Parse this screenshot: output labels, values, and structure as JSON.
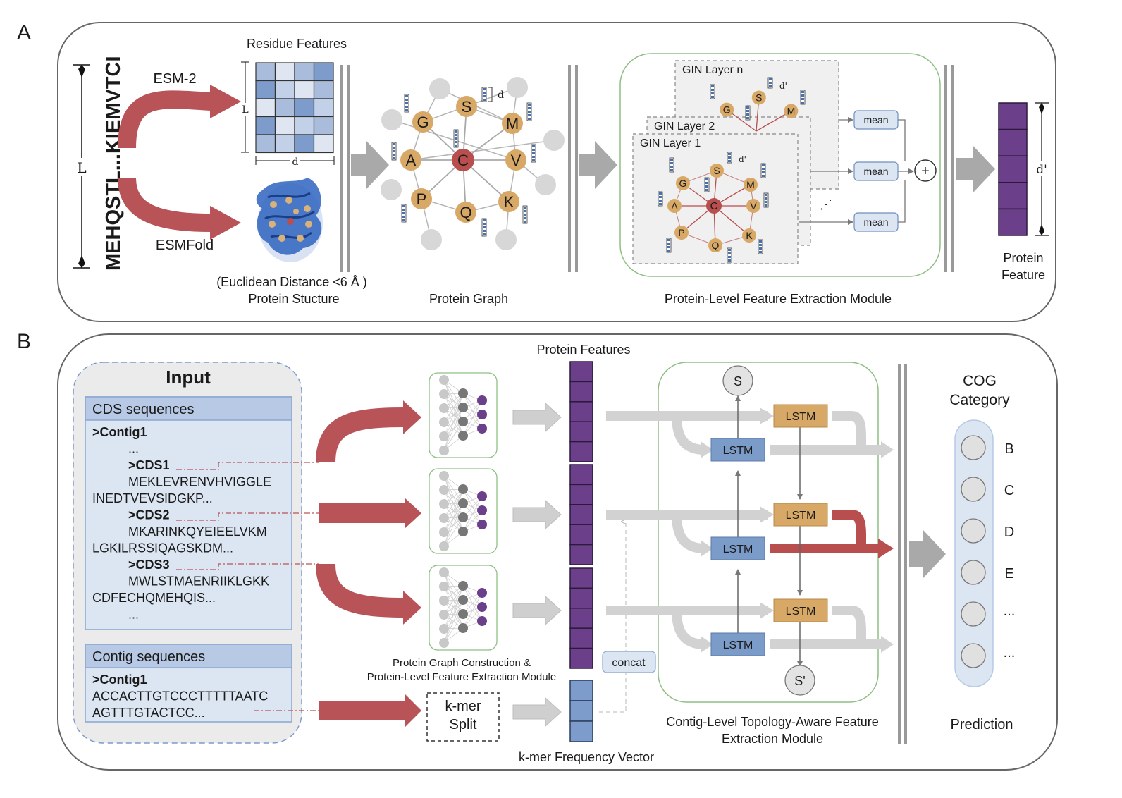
{
  "panel_a": {
    "label": "A",
    "sequence": "MEHQSTL...KIEMVTCI",
    "length_symbol": "L",
    "esm2": "ESM-2",
    "esmfold": "ESMFold",
    "residue_features": "Residue Features",
    "matrix_row_symbol": "L",
    "matrix_col_symbol": "d",
    "distance_note": "(Euclidean Distance <6 Å )",
    "protein_structure": "Protein Stucture",
    "protein_graph": "Protein Graph",
    "node_dim": "d",
    "gin_dim": "d'",
    "gin_layers": [
      "GIN Layer n",
      "GIN Layer 2",
      "GIN Layer 1"
    ],
    "pool": [
      "mean",
      "mean",
      "mean"
    ],
    "plus": "+",
    "dots": "⋰",
    "module": "Protein-Level Feature Extraction Module",
    "feature_dim": "d'",
    "protein_feature": [
      "Protein",
      "Feature"
    ],
    "residues": {
      "center": "C",
      "outer": [
        "G",
        "S",
        "M",
        "A",
        "V",
        "P",
        "Q",
        "K"
      ]
    }
  },
  "panel_b": {
    "label": "B",
    "input_title": "Input",
    "cds_header": "CDS sequences",
    "cds_lines": [
      ">Contig1",
      "...",
      ">CDS1",
      "MEKLEVRENVHVIGGLE",
      "INEDTVEVSIDGKP...",
      ">CDS2",
      "MKARINKQYEIEELVKM",
      "LGKILRSSIQAGSKDM...",
      ">CDS3",
      "MWLSTMAENRIIKLGKK",
      "CDFECHQMEHQIS...",
      "..."
    ],
    "contig_header": "Contig sequences",
    "contig_lines": [
      ">Contig1",
      "ACCACTTGTCCCTTTTTAATC",
      "AGTTTGTACTCC..."
    ],
    "nn_caption": [
      "Protein Graph Construction &",
      "Protein-Level Feature Extraction Module"
    ],
    "kmer_split": [
      "k-mer",
      "Split"
    ],
    "protein_features": "Protein Features",
    "kmer_vector": "k-mer Frequency Vector",
    "concat": "concat",
    "lstm": "LSTM",
    "start_node": "S",
    "end_node": "S'",
    "topo_module": [
      "Contig-Level Topology-Aware Feature",
      "Extraction Module"
    ],
    "cog_title": [
      "COG",
      "Category"
    ],
    "cog_items": [
      "B",
      "C",
      "D",
      "E",
      "...",
      "..."
    ],
    "prediction": "Prediction"
  },
  "colors": {
    "red_arrow": "#b85458",
    "grey_arrow": "#a9a9a9",
    "purple": "#6b3f8a",
    "blue_cell": "#7d9ccb",
    "lstm_orange": "#d8a866",
    "lstm_blue": "#7b9cc9",
    "green_border": "#8fbf84",
    "node_orange": "#d8a866",
    "node_center": "#b84e4e"
  }
}
